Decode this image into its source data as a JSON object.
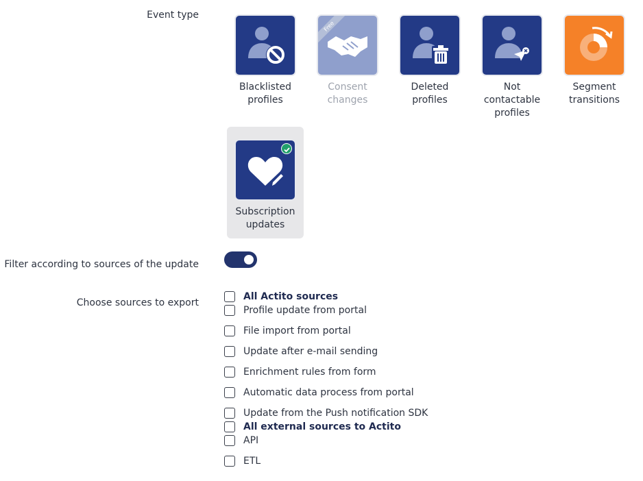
{
  "labels": {
    "event_type": "Event type",
    "filter": "Filter according to sources of the update",
    "choose_sources": "Choose sources to export"
  },
  "tiles": [
    {
      "name_line1": "Blacklisted",
      "name_line2": "profiles",
      "icon": "user-blocked-icon",
      "color": "#233a86",
      "disabled": false,
      "selected": false
    },
    {
      "name_line1": "Consent",
      "name_line2": "changes",
      "icon": "handshake-icon",
      "color": "#8f9fcc",
      "disabled": true,
      "selected": false,
      "ribbon": "Free"
    },
    {
      "name_line1": "Deleted",
      "name_line2": "profiles",
      "icon": "user-delete-icon",
      "color": "#233a86",
      "disabled": false,
      "selected": false
    },
    {
      "name_line1": "Not",
      "name_line2": "contactable",
      "name_line3": "profiles",
      "icon": "user-no-contact-icon",
      "color": "#233a86",
      "disabled": false,
      "selected": false
    },
    {
      "name_line1": "Segment",
      "name_line2": "transitions",
      "icon": "pie-chart-icon",
      "color": "#f58128",
      "disabled": false,
      "selected": false
    },
    {
      "name_line1": "Subscription",
      "name_line2": "updates",
      "icon": "heart-pencil-icon",
      "color": "#233a86",
      "disabled": false,
      "selected": true
    }
  ],
  "filter_toggle": {
    "on": true
  },
  "sources": [
    {
      "label": "All Actito sources",
      "bold": true,
      "checked": false
    },
    {
      "label": "Profile update from portal",
      "bold": false,
      "checked": false
    },
    {
      "label": "File import from portal",
      "bold": false,
      "checked": false
    },
    {
      "label": "Update after e-mail sending",
      "bold": false,
      "checked": false
    },
    {
      "label": "Enrichment rules from form",
      "bold": false,
      "checked": false
    },
    {
      "label": "Automatic data process from portal",
      "bold": false,
      "checked": false
    },
    {
      "label": "Update from the Push notification SDK",
      "bold": false,
      "checked": false
    },
    {
      "label": "All external sources to Actito",
      "bold": true,
      "checked": false
    },
    {
      "label": "API",
      "bold": false,
      "checked": false
    },
    {
      "label": "ETL",
      "bold": false,
      "checked": false
    }
  ]
}
